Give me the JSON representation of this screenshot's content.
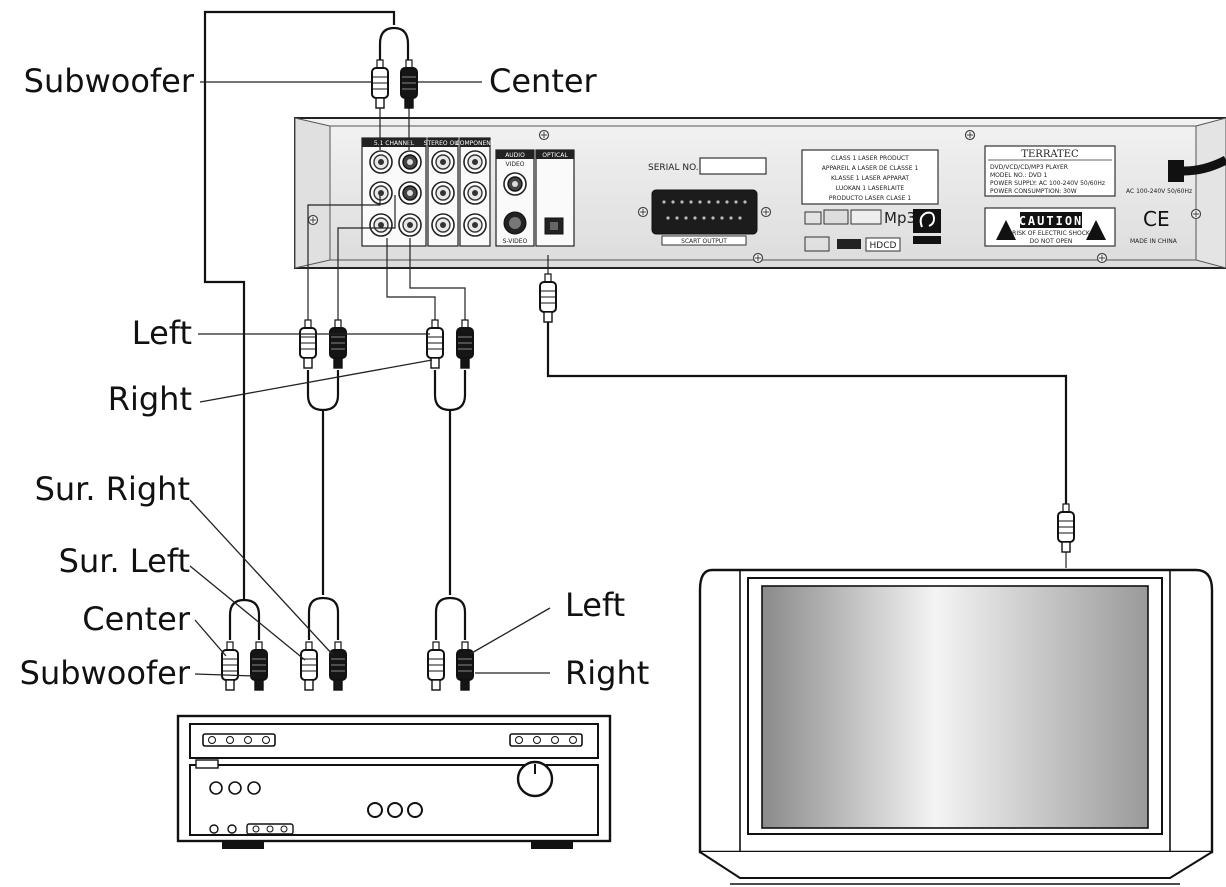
{
  "labels": {
    "top_subwoofer": "Subwoofer",
    "top_center": "Center",
    "left": "Left",
    "right": "Right",
    "sur_right": "Sur. Right",
    "sur_left": "Sur. Left",
    "bottom_center": "Center",
    "bottom_subwoofer": "Subwoofer",
    "amp_left": "Left",
    "amp_right": "Right"
  },
  "player_panel": {
    "group_5_1": "5.1 CHANNEL",
    "group_stereo": "STEREO OUT",
    "group_component": "COMPONENT",
    "group_audio": "AUDIO",
    "video_label": "VIDEO",
    "svideo_label": "S-VIDEO",
    "group_optical": "OPTICAL",
    "serial_label": "SERIAL NO.",
    "scart_label": "SCART OUTPUT",
    "laser_notice": [
      "CLASS 1 LASER PRODUCT",
      "APPAREIL A LASER DE CLASSE 1",
      "KLASSE 1 LASER APPARAT",
      "LUOKAN 1 LASERLAITE",
      "PRODUCTO LASER CLASE 1"
    ],
    "brand": "TERRATEC",
    "brand_info": [
      "DVD/VCD/CD/MP3 PLAYER",
      "MODEL NO.: DVD 1",
      "POWER SUPPLY: AC 100-240V 50/60Hz",
      "POWER CONSUMPTION: 30W"
    ],
    "power_label": "AC 100-240V 50/60Hz",
    "caution": "CAUTION",
    "caution_sub": [
      "RISK OF ELECTRIC SHOCK",
      "DO NOT OPEN"
    ],
    "ce_mark": "CE",
    "made_in": "MADE IN CHINA",
    "logo_mp3": "Mp3",
    "logo_hdcd": "HDCD"
  }
}
